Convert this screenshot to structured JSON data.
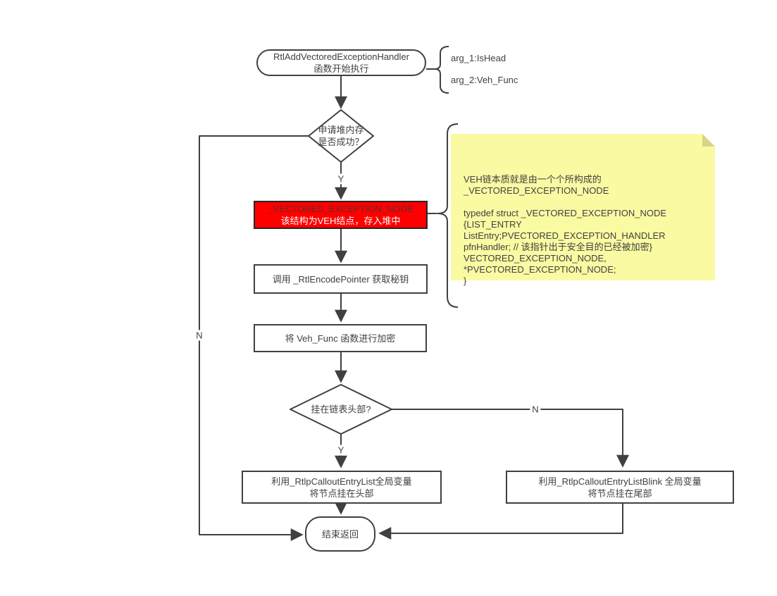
{
  "colors": {
    "line": "#404040",
    "node_border": "#404040",
    "node_fill": "#ffffff",
    "red_node_fill": "#ff0000",
    "red_node_border": "#262626",
    "red_node_title_text": "#5e2d2d",
    "red_node_sub_text": "#ffffff",
    "note_fill": "#fafaa3",
    "note_fold": "#d6d687",
    "text": "#404040"
  },
  "flow": {
    "start": "RtlAddVectoredExceptionHandler\n函数开始执行",
    "arg1": "arg_1:IsHead",
    "arg2": "arg_2:Veh_Func",
    "decision_alloc": "申请堆内存\n是否成功？",
    "yes1": "Y",
    "no1": "N",
    "red_title": "_VECTORED_EXCEPTION_NODE",
    "red_sub": "该结构为VEH结点，存入堆中",
    "encode": "调用 _RtlEncodePointer 获取秘钥",
    "encrypt": "将 Veh_Func 函数进行加密",
    "decision_head": "挂在链表头部?",
    "yes2": "Y",
    "no2": "N",
    "attach_head": "利用_RtlpCalloutEntryList全局变量\n将节点挂在头部",
    "attach_tail": "利用_RtlpCalloutEntryListBlink 全局变量\n将节点挂在尾部",
    "end": "结束返回",
    "note": "VEH链本质就是由一个个所构成的\n_VECTORED_EXCEPTION_NODE\n\ntypedef struct _VECTORED_EXCEPTION_NODE\n{LIST_ENTRY\nListEntry;PVECTORED_EXCEPTION_HANDLER\npfnHandler; // 该指针出于安全目的已经被加密}\nVECTORED_EXCEPTION_NODE,\n*PVECTORED_EXCEPTION_NODE;\n}"
  }
}
